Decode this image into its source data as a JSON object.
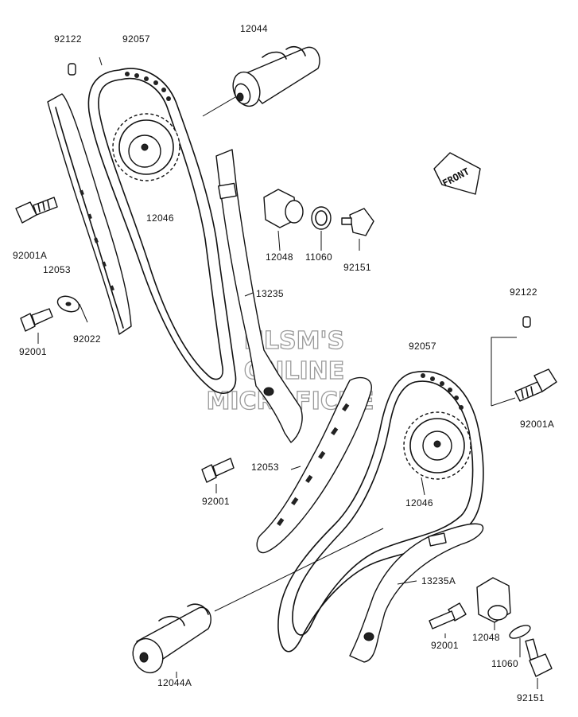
{
  "labels": {
    "pin_top": "92122",
    "chain_top": "92057",
    "camshaft_top": "12044",
    "sprocket_top": "12046",
    "bolt_top_a": "92001A",
    "guide_top": "12053",
    "bolt_top": "92001",
    "washer": "92022",
    "tensioner_body": "12048",
    "gasket": "11060",
    "cap_bolt": "92151",
    "chain_guide": "13235",
    "pin_rear": "92122",
    "chain_rear": "92057",
    "bolt_rear_a": "92001A",
    "guide_rear": "12053",
    "bolt_rear_mid": "92001",
    "sprocket_rear": "12046",
    "chain_guide_a": "13235A",
    "bolt_rear_low": "92001",
    "tensioner_rear": "12048",
    "gasket_rear": "11060",
    "camshaft_rear": "12044A",
    "cap_bolt_rear": "92151"
  },
  "front_marker": "FRONT",
  "watermark": [
    "HLSM'S",
    "ONLINE",
    "MICROFICHE"
  ]
}
